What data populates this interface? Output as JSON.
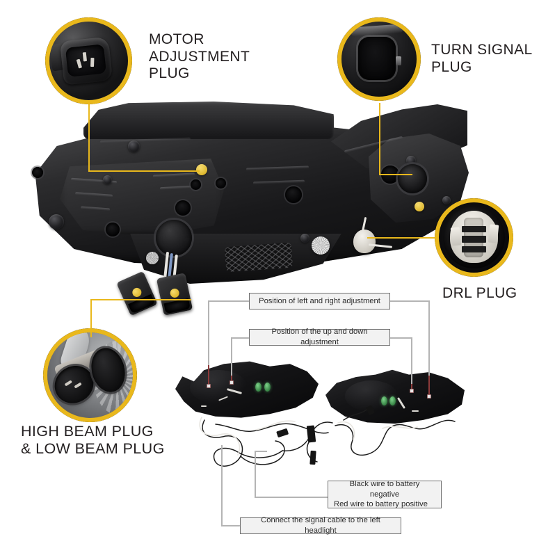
{
  "diagram": {
    "title": "Headlight assembly connector identification diagram",
    "accent_color": "#e9b81c",
    "box_bg": "#f2f2f2",
    "box_border": "#6f6f6f"
  },
  "callouts": [
    {
      "id": "motor-adjustment-plug",
      "label": "MOTOR\nADJUSTMENT\nPLUG",
      "icon": "connector-plug-photo"
    },
    {
      "id": "turn-signal-plug",
      "label": "TURN SIGNAL\nPLUG",
      "icon": "connector-socket-photo"
    },
    {
      "id": "drl-plug",
      "label": "DRL PLUG",
      "icon": "white-connector-photo"
    },
    {
      "id": "high-low-beam-plug",
      "label": "HIGH BEAM PLUG\n& LOW BEAM PLUG",
      "icon": "dual-oval-connector-photo"
    }
  ],
  "annotations": [
    {
      "id": "left-right-adjustment",
      "text": "Position of left and right adjustment"
    },
    {
      "id": "up-down-adjustment",
      "text": "Position of the up and down adjustment"
    },
    {
      "id": "battery-wiring",
      "line1": "Black wire to battery negative",
      "line2": "Red wire to battery positive"
    },
    {
      "id": "signal-cable",
      "text": "Connect the signal cable to the left headlight"
    }
  ],
  "parts": {
    "main_assembly": "headlight-housing-rear-view",
    "left_headlight": "left-headlight-unit",
    "right_headlight": "right-headlight-unit",
    "harness": "wiring-harness"
  }
}
